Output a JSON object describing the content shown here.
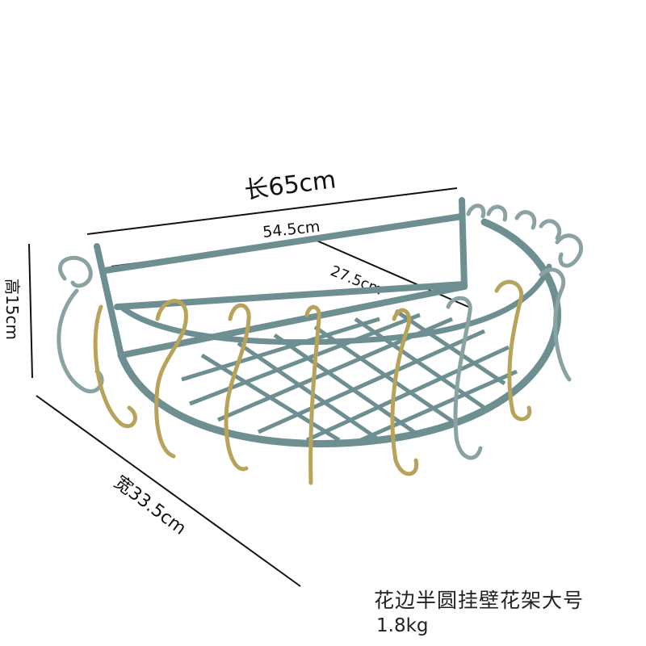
{
  "dimensions": {
    "length": "长65cm",
    "inner_length": "54.5cm",
    "depth": "27.5cm",
    "height": "高15cm",
    "width": "宽33.5cm"
  },
  "product": {
    "name": "花边半圆挂壁花架大号",
    "weight": "1.8kg"
  },
  "colors": {
    "frame": "#6e8f92",
    "frame_dark": "#4f6b6e",
    "scroll_gold": "#b8a35a",
    "dimension_line": "#111111"
  }
}
